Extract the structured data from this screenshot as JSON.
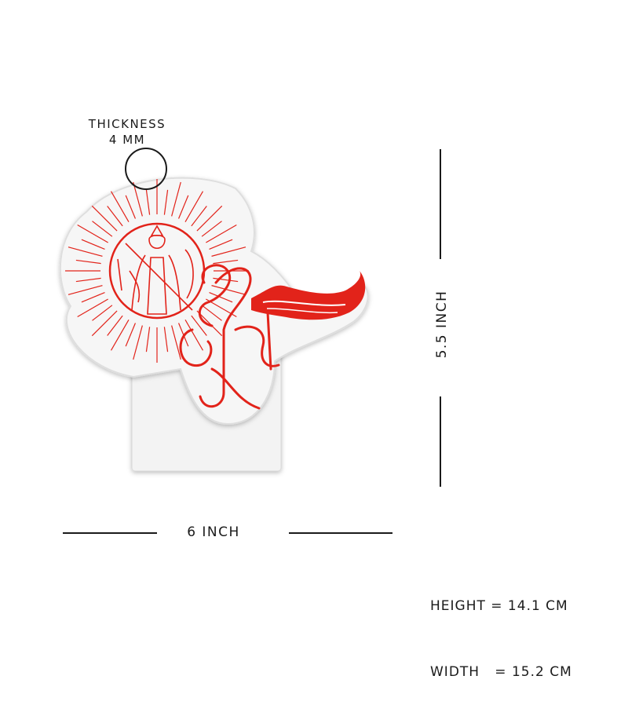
{
  "thickness": {
    "title": "THICKNESS",
    "value": "4 MM"
  },
  "dimensions": {
    "width_label": "6 INCH",
    "height_label": "5.5 INCH"
  },
  "specs": {
    "height": "HEIGHT = 14.1 CM",
    "width": "WIDTH   = 15.2 CM"
  },
  "colors": {
    "accent": "#e2231a",
    "text": "#1a1a1a",
    "acrylic": "#f2f2f2"
  }
}
